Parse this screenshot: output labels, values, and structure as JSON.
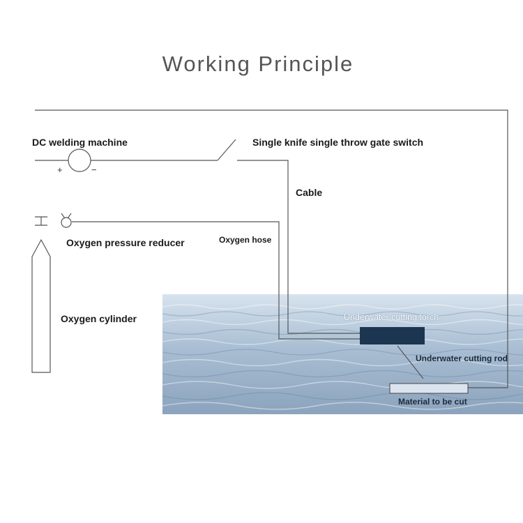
{
  "title": "Working Principle",
  "labels": {
    "dc_welding_machine": "DC welding machine",
    "gate_switch": "Single knife single throw gate switch",
    "cable": "Cable",
    "oxygen_pressure_reducer": "Oxygen pressure reducer",
    "oxygen_hose": "Oxygen hose",
    "oxygen_cylinder": "Oxygen cylinder",
    "underwater_cutting_torch": "Underwater cutting torch",
    "underwater_cutting_rod": "Underwater cutting rod",
    "material_to_be_cut": "Material to be cut"
  },
  "polarity": {
    "positive": "+",
    "negative": "−"
  },
  "colors": {
    "wire": "#555555",
    "water_light": "#c9d7e6",
    "water_dark": "#8fa6c0",
    "torch": "#1c3550",
    "title": "#555555"
  }
}
